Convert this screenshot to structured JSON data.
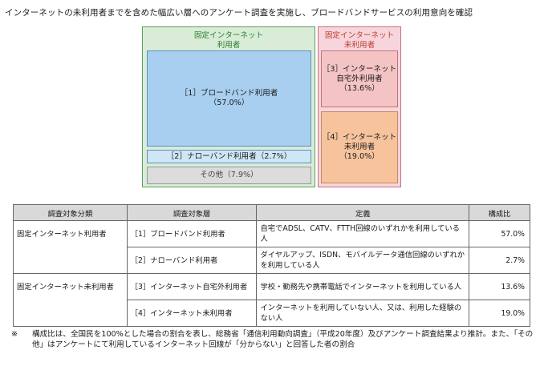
{
  "header": "インターネットの未利用者までを含めた幅広い層へのアンケート調査を実施し、ブロードバンドサービスの利用意向を確認",
  "diagram": {
    "fixed_group": {
      "title_line1": "固定インターネット",
      "title_line2": "利用者"
    },
    "broadband": {
      "line1": "［1］ブロードバンド利用者",
      "line2": "（57.0%）"
    },
    "narrowband": {
      "label": "［2］ナローバンド利用者（2.7%）"
    },
    "other": {
      "label": "その他（7.9%）"
    },
    "nonuser_group": {
      "title_line1": "固定インターネット",
      "title_line2": "未利用者"
    },
    "outside": {
      "line1": "［3］インターネット",
      "line2": "自宅外利用者",
      "line3": "（13.6%）"
    },
    "nonuser": {
      "line1": "［4］インターネット",
      "line2": "未利用者",
      "line3": "（19.0%）"
    }
  },
  "table": {
    "headers": [
      "調査対象分類",
      "調査対象層",
      "定義",
      "構成比"
    ],
    "groups": [
      "固定インターネット利用者",
      "固定インターネット未利用者"
    ],
    "rows": [
      {
        "layer": "［1］ブロードバンド利用者",
        "definition": "自宅でADSL、CATV、FTTH回線のいずれかを利用している人",
        "ratio": "57.0%"
      },
      {
        "layer": "［2］ナローバンド利用者",
        "definition": "ダイヤルアップ、ISDN、モバイルデータ通信回線のいずれかを利用している人",
        "ratio": "2.7%"
      },
      {
        "layer": "［3］インターネット自宅外利用者",
        "definition": "学校・勤務先や携帯電話でインターネットを利用している人",
        "ratio": "13.6%"
      },
      {
        "layer": "［4］インターネット未利用者",
        "definition": "インターネットを利用していない人、又は、利用した経験のない人",
        "ratio": "19.0%"
      }
    ]
  },
  "note": {
    "mark": "※",
    "text": "構成比は、全国民を100%とした場合の割合を表し、総務省「通信利用動向調査」（平成20年度）及びアンケート調査結果より推計。また、「その他」はアンケートにて利用しているインターネット回線が「分からない」と回答した者の割合"
  },
  "colors": {
    "fixed_group": "#d8ecd8",
    "broadband": "#a9cff0",
    "narrowband": "#cfe6f5",
    "other": "#dcdcdc",
    "nonuser_group": "#f6d6dc",
    "outside": "#f4c4c4",
    "nonuser": "#f6c39d"
  }
}
